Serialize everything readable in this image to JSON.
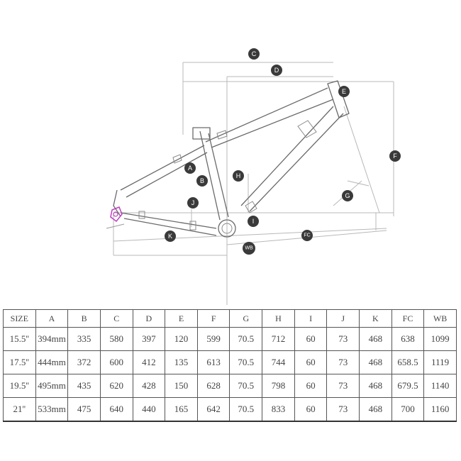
{
  "diagram": {
    "labels": [
      "C",
      "D",
      "E",
      "F",
      "A",
      "B",
      "H",
      "G",
      "J",
      "I",
      "K",
      "FC",
      "WB"
    ]
  },
  "table": {
    "headers": [
      "SIZE",
      "A",
      "B",
      "C",
      "D",
      "E",
      "F",
      "G",
      "H",
      "I",
      "J",
      "K",
      "FC",
      "WB"
    ],
    "rows": [
      [
        "15.5''",
        "394mm",
        "335",
        "580",
        "397",
        "120",
        "599",
        "70.5",
        "712",
        "60",
        "73",
        "468",
        "638",
        "1099"
      ],
      [
        "17.5''",
        "444mm",
        "372",
        "600",
        "412",
        "135",
        "613",
        "70.5",
        "744",
        "60",
        "73",
        "468",
        "658.5",
        "1119"
      ],
      [
        "19.5''",
        "495mm",
        "435",
        "620",
        "428",
        "150",
        "628",
        "70.5",
        "798",
        "60",
        "73",
        "468",
        "679.5",
        "1140"
      ],
      [
        "21''",
        "533mm",
        "475",
        "640",
        "440",
        "165",
        "642",
        "70.5",
        "833",
        "60",
        "73",
        "468",
        "700",
        "1160"
      ]
    ]
  }
}
